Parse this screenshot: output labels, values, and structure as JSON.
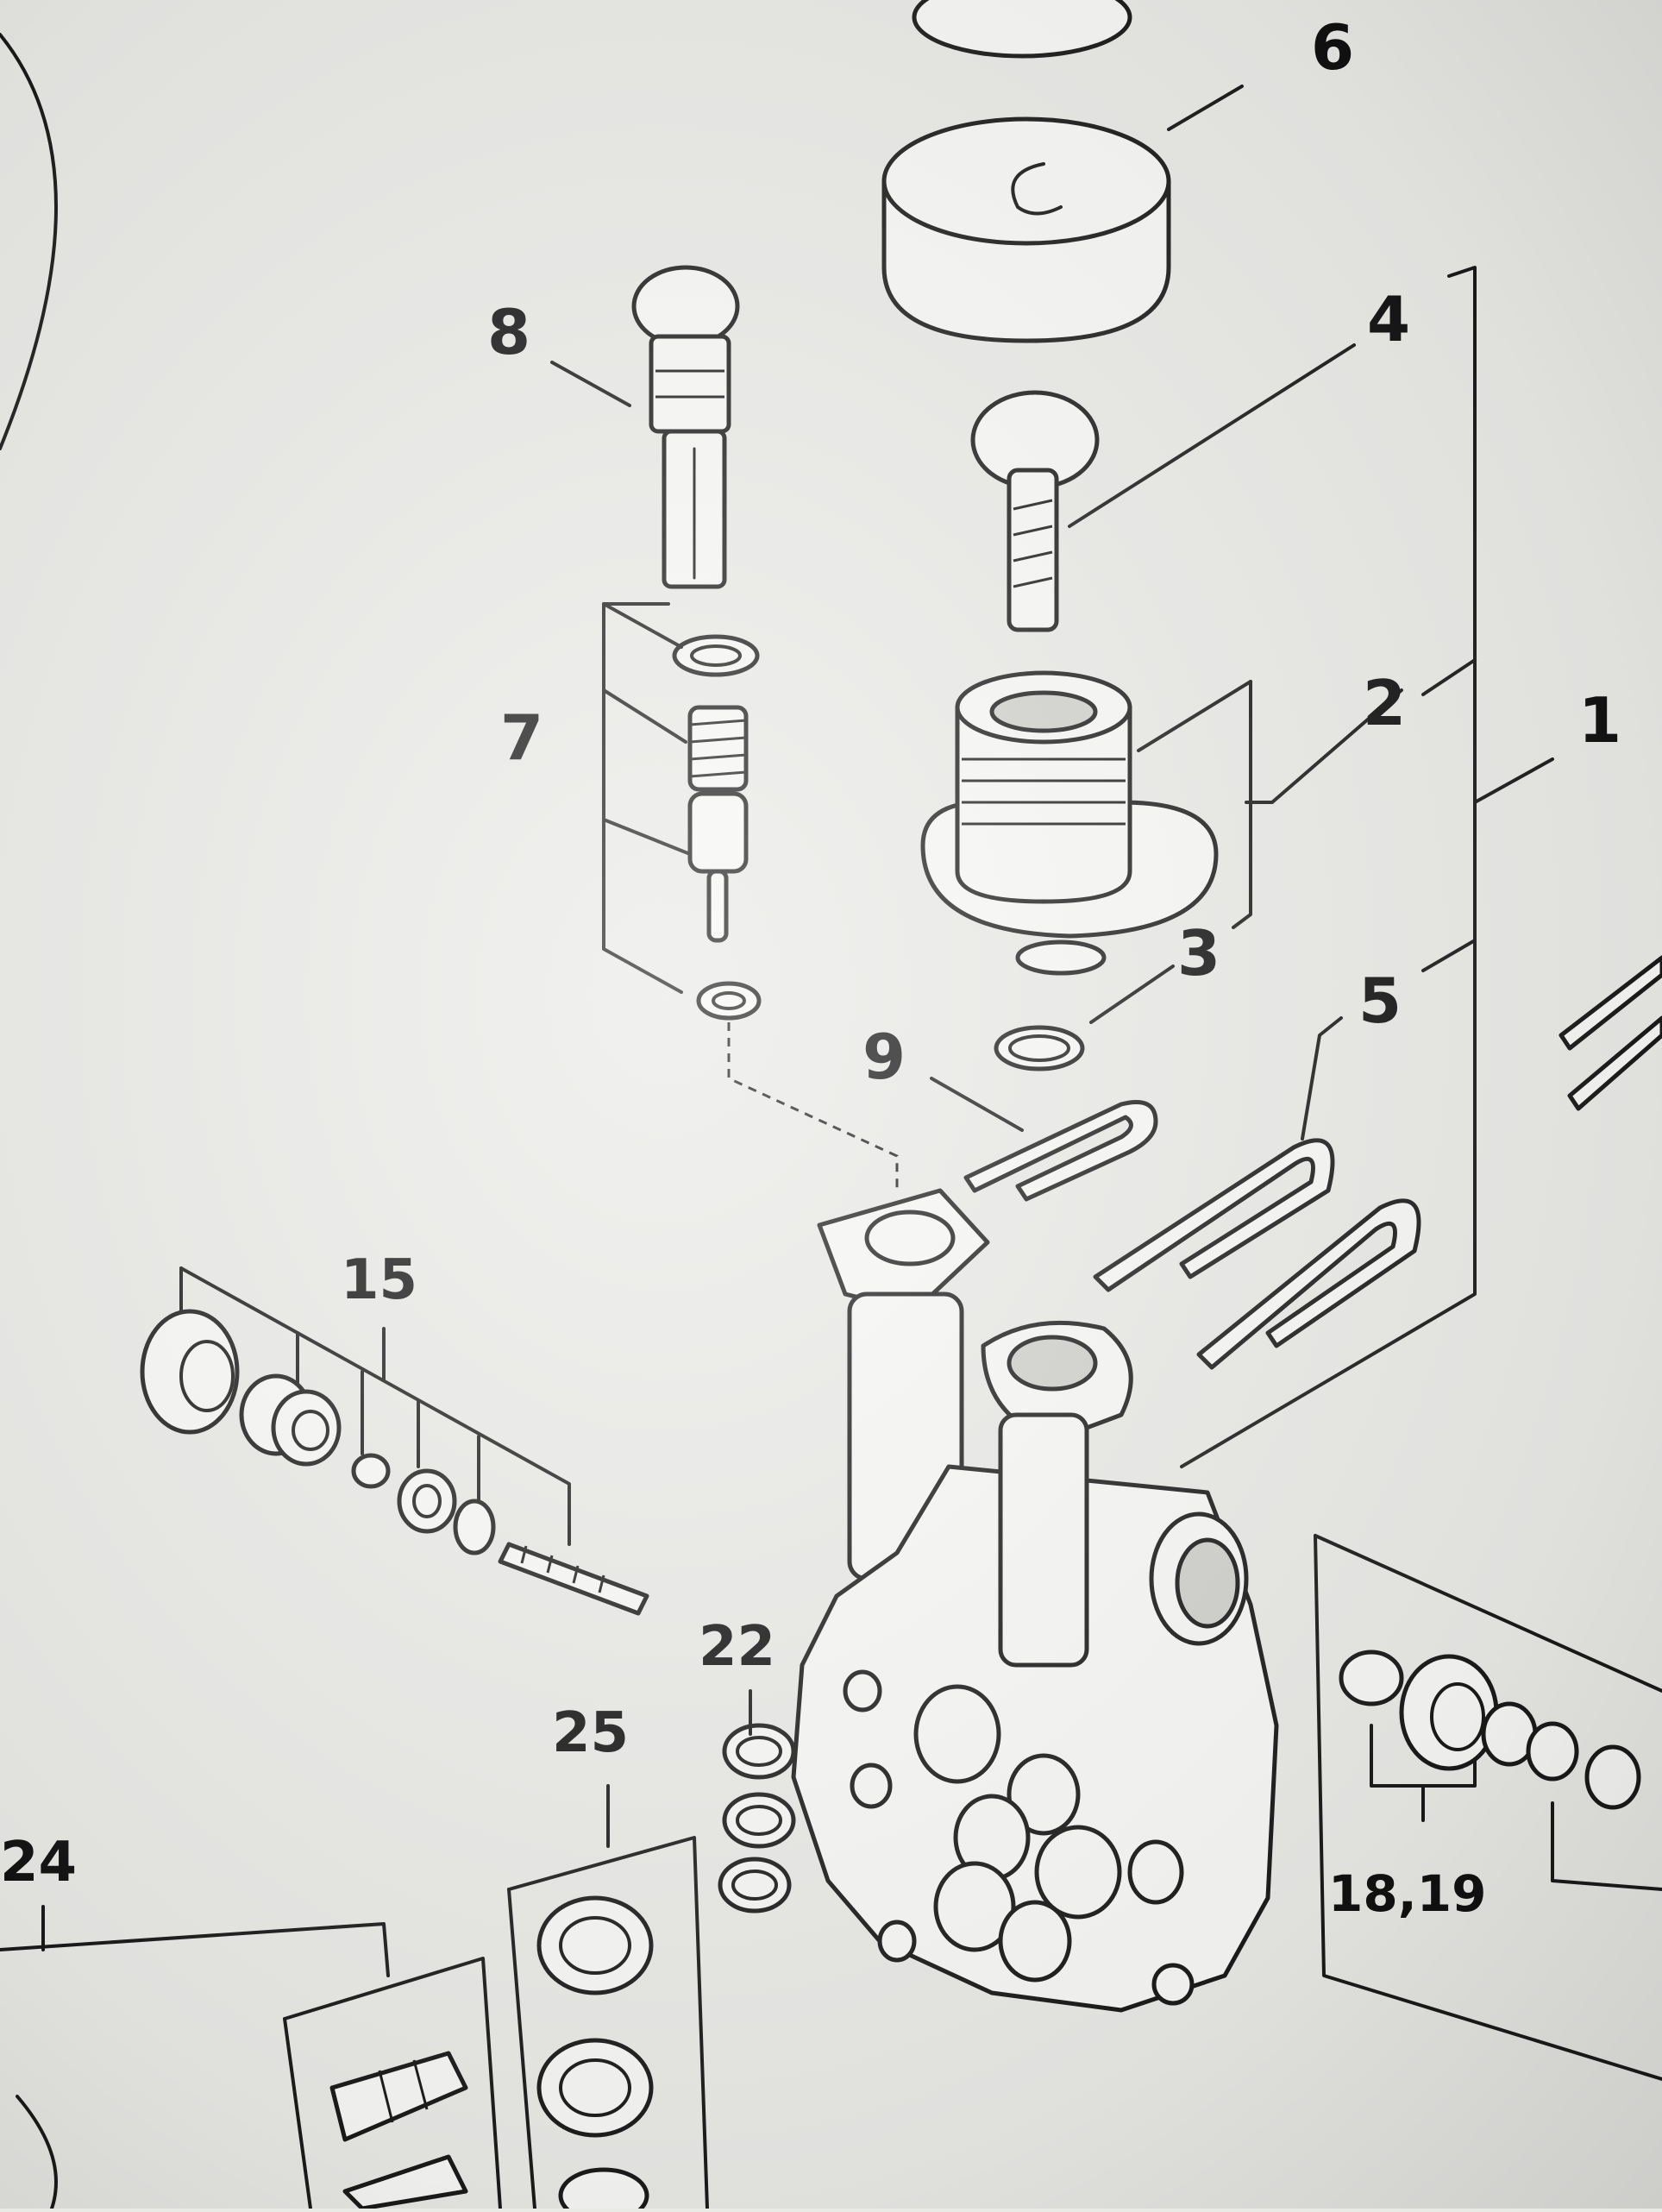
{
  "diagram": {
    "callouts": [
      {
        "id": "c1",
        "label": "1"
      },
      {
        "id": "c2",
        "label": "2"
      },
      {
        "id": "c3",
        "label": "3"
      },
      {
        "id": "c4",
        "label": "4"
      },
      {
        "id": "c5",
        "label": "5"
      },
      {
        "id": "c6",
        "label": "6"
      },
      {
        "id": "c7",
        "label": "7"
      },
      {
        "id": "c8",
        "label": "8"
      },
      {
        "id": "c9",
        "label": "9"
      },
      {
        "id": "c15",
        "label": "15"
      },
      {
        "id": "c22",
        "label": "22"
      },
      {
        "id": "c24",
        "label": "24"
      },
      {
        "id": "c25",
        "label": "25"
      },
      {
        "id": "c1819",
        "label": "18,19"
      }
    ]
  }
}
